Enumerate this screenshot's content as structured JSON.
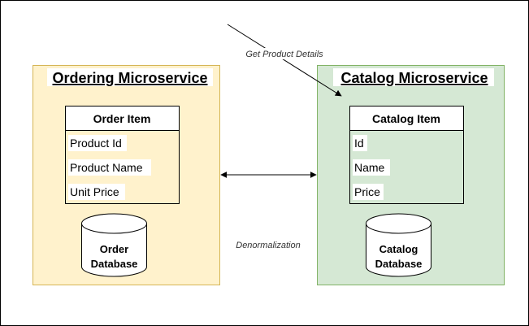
{
  "diagram": {
    "ordering": {
      "title": "Ordering Microservice",
      "fill": "#fff2cc",
      "stroke": "#d6b656",
      "entity": {
        "header": "Order Item",
        "fields": [
          "Product Id",
          "Product Name",
          "Unit Price"
        ]
      },
      "database": {
        "line1": "Order",
        "line2": "Database"
      }
    },
    "catalog": {
      "title": "Catalog Microservice",
      "fill": "#d5e8d4",
      "stroke": "#82b366",
      "entity": {
        "header": "Catalog Item",
        "fields": [
          "Id",
          "Name",
          "Price"
        ]
      },
      "database": {
        "line1": "Catalog",
        "line2": "Database"
      }
    },
    "edges": {
      "get_details_label": "Get Product Details",
      "denormalization_label": "Denormalization"
    }
  }
}
